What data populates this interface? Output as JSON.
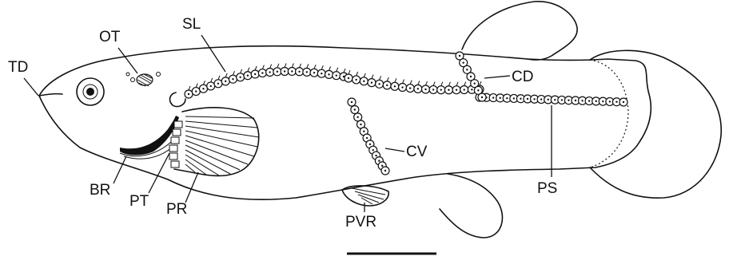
{
  "labels": {
    "td": "TD",
    "ot": "OT",
    "sl": "SL",
    "cd": "CD",
    "cv": "CV",
    "ps": "PS",
    "br": "BR",
    "pt": "PT",
    "pr": "PR",
    "pvr": "PVR"
  }
}
